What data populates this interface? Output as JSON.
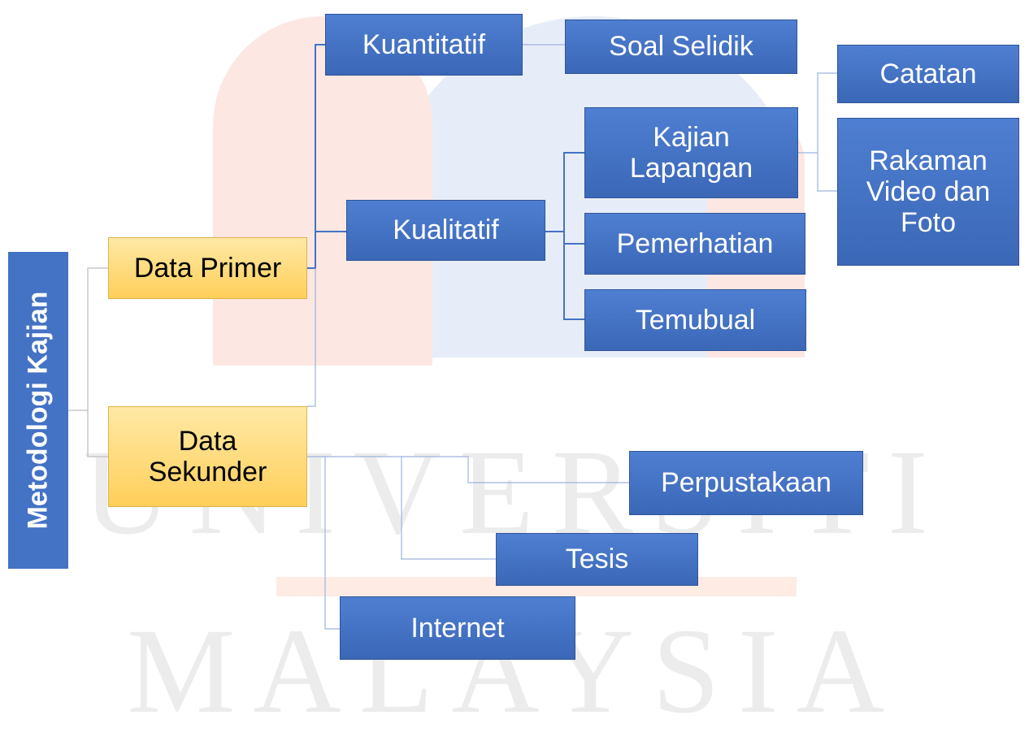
{
  "diagram": {
    "root": "Metodologi Kajian",
    "primary": "Data Primer",
    "secondary": "Data\nSekunder",
    "quantitative": "Kuantitatif",
    "survey": "Soal Selidik",
    "qualitative": "Kualitatif",
    "fieldwork": "Kajian\nLapangan",
    "notes": "Catatan",
    "recordings": "Rakaman\nVideo dan\nFoto",
    "observation": "Pemerhatian",
    "interview": "Temubual",
    "library": "Perpustakaan",
    "thesis": "Tesis",
    "internet": "Internet"
  },
  "watermark": {
    "line1": "UNIVERSITI",
    "line2": "MALAYSIA"
  },
  "colors": {
    "node_blue": "#4472c4",
    "node_gold": "#ffd966",
    "connector": "#4472c4"
  }
}
